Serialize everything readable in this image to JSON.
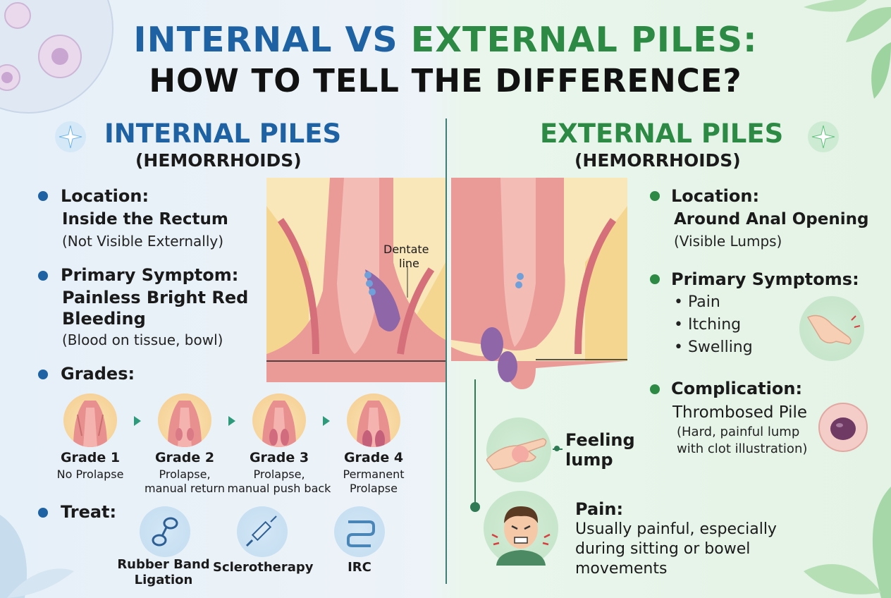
{
  "title": {
    "part_internal": "INTERNAL VS",
    "part_external": "EXTERNAL PILES:",
    "line2": "HOW TO TELL THE DIFFERENCE?"
  },
  "colors": {
    "internal_blue": "#1f62a3",
    "external_green": "#2d8a45",
    "tissue": "#e58d8d",
    "fat": "#f6dc9b"
  },
  "internal": {
    "header": "INTERNAL PILES",
    "subheader": "(HEMORRHOIDS)",
    "location": {
      "label": "Location:",
      "value": "Inside the Rectum",
      "note": "(Not Visible Externally)"
    },
    "symptom": {
      "label": "Primary Symptom:",
      "value_line1": "Painless Bright Red",
      "value_line2": "Bleeding",
      "note": "(Blood on tissue, bowl)"
    },
    "grades_label": "Grades:",
    "grades": [
      {
        "name": "Grade 1",
        "desc_line1": "No Prolapse",
        "desc_line2": ""
      },
      {
        "name": "Grade 2",
        "desc_line1": "Prolapse,",
        "desc_line2": "manual return"
      },
      {
        "name": "Grade 3",
        "desc_line1": "Prolapse,",
        "desc_line2": "manual push back"
      },
      {
        "name": "Grade 4",
        "desc_line1": "Permanent",
        "desc_line2": "Prolapse"
      }
    ],
    "treat_label": "Treat:",
    "treatments": [
      {
        "name_line1": "Rubber Band",
        "name_line2": "Ligation",
        "icon": "rubber-band-icon"
      },
      {
        "name_line1": "Sclerotherapy",
        "name_line2": "",
        "icon": "syringe-icon"
      },
      {
        "name_line1": "IRC",
        "name_line2": "",
        "icon": "intestine-icon"
      }
    ],
    "diagram_label_line1": "Dentate",
    "diagram_label_line2": "line"
  },
  "external": {
    "header": "EXTERNAL PILES",
    "subheader": "(HEMORRHOIDS)",
    "location": {
      "label": "Location:",
      "value": "Around Anal Opening",
      "note": "(Visible Lumps)"
    },
    "symptoms_label": "Primary Symptoms:",
    "symptoms": [
      "• Pain",
      "• Itching",
      "• Swelling"
    ],
    "complication": {
      "label": "Complication:",
      "value": "Thrombosed Pile",
      "note_line1": "(Hard, painful lump",
      "note_line2": "with clot illustration)"
    },
    "feeling_line1": "Feeling",
    "feeling_line2": "lump",
    "pain": {
      "label": "Pain:",
      "line1": "Usually painful, especially",
      "line2": "during sitting or bowel",
      "line3": "movements"
    }
  }
}
